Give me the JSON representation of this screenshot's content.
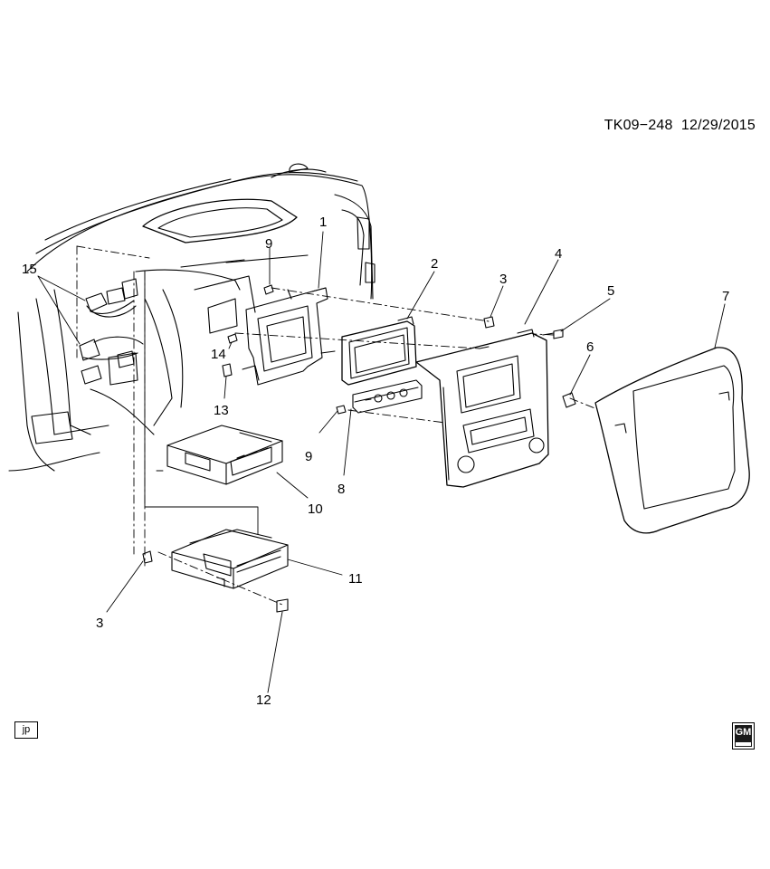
{
  "header": {
    "diagram_code": "TK09−248",
    "date": "12/29/2015"
  },
  "callouts": [
    {
      "id": "c1",
      "text": "1"
    },
    {
      "id": "c2",
      "text": "2"
    },
    {
      "id": "c3a",
      "text": "3"
    },
    {
      "id": "c4",
      "text": "4"
    },
    {
      "id": "c5",
      "text": "5"
    },
    {
      "id": "c6",
      "text": "6"
    },
    {
      "id": "c7",
      "text": "7"
    },
    {
      "id": "c8",
      "text": "8"
    },
    {
      "id": "c9a",
      "text": "9"
    },
    {
      "id": "c9b",
      "text": "9"
    },
    {
      "id": "c10",
      "text": "10"
    },
    {
      "id": "c11",
      "text": "11"
    },
    {
      "id": "c12",
      "text": "12"
    },
    {
      "id": "c13",
      "text": "13"
    },
    {
      "id": "c14",
      "text": "14"
    },
    {
      "id": "c15",
      "text": "15"
    },
    {
      "id": "c3b",
      "text": "3"
    }
  ],
  "footer": {
    "stamp": "jp",
    "logo": "GM"
  }
}
